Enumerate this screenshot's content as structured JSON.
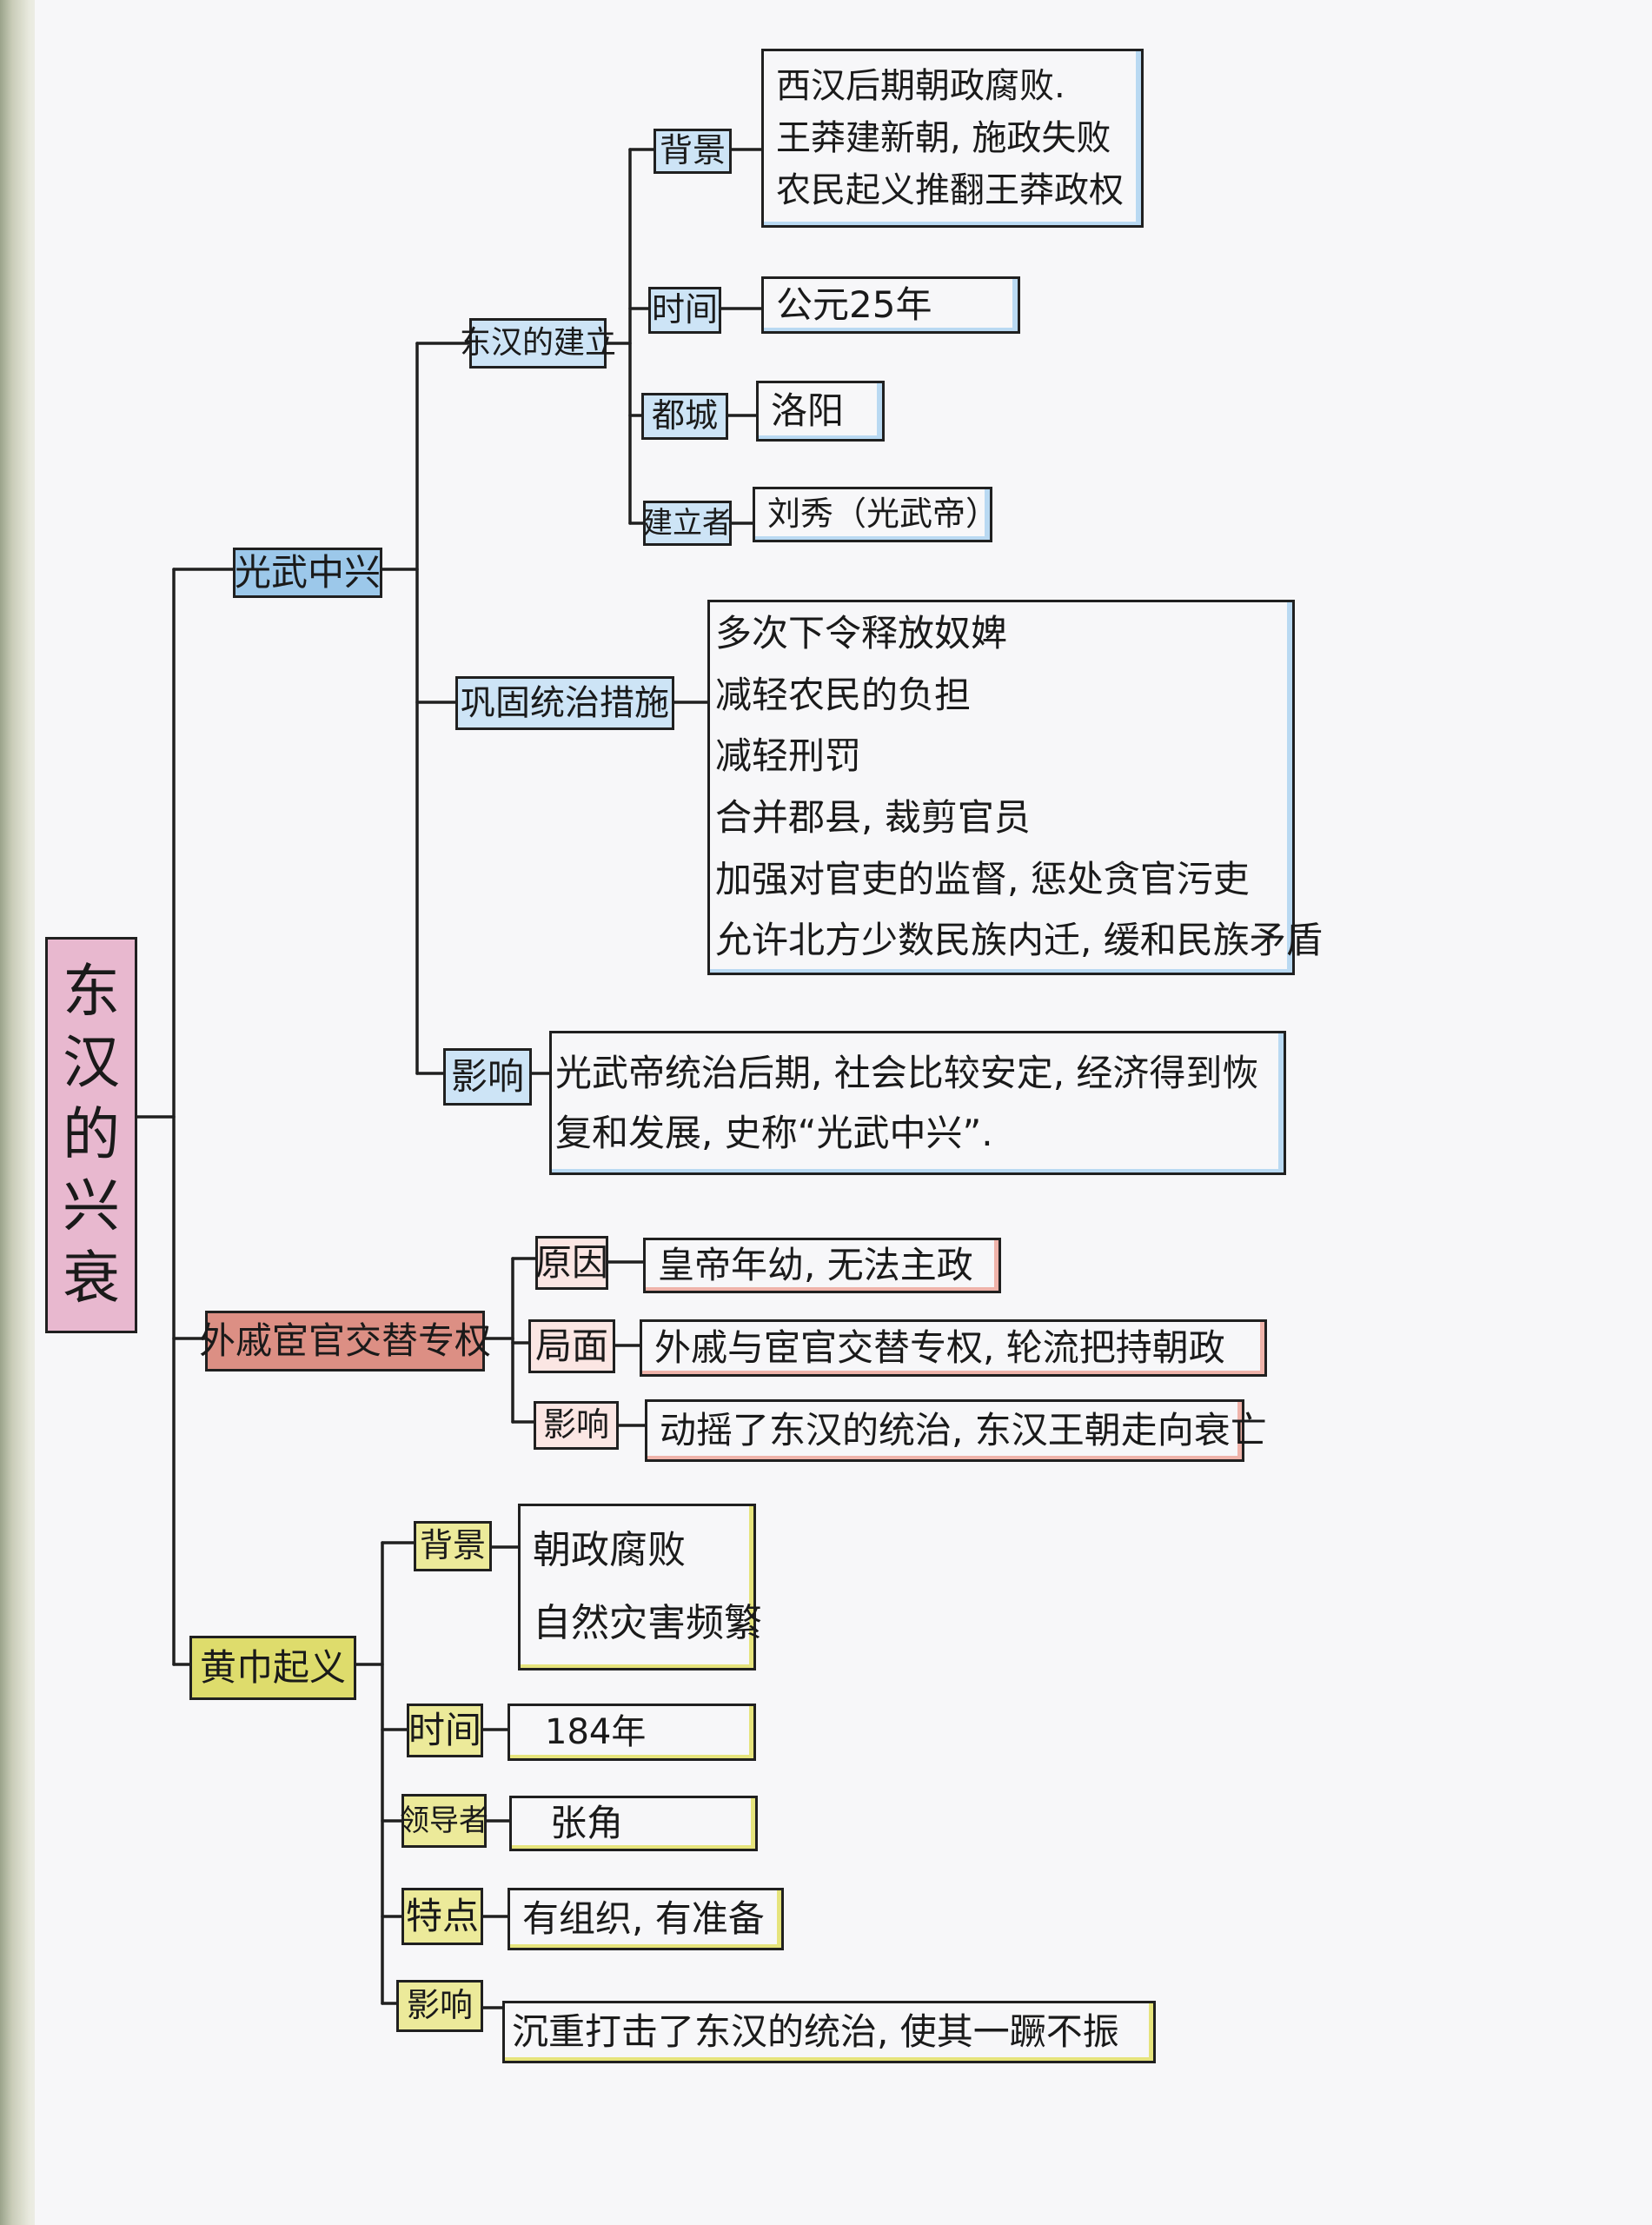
{
  "root": {
    "chars": [
      "东",
      "汉",
      "的",
      "兴",
      "衰"
    ]
  },
  "guangwu": {
    "label": "光武中兴",
    "founding": {
      "label": "东汉的建立",
      "background": {
        "label": "背景",
        "lines": [
          "西汉后期朝政腐败.",
          "王莽建新朝, 施政失败",
          "农民起义推翻王莽政权"
        ]
      },
      "time": {
        "label": "时间",
        "value": "公元25年"
      },
      "capital": {
        "label": "都城",
        "value": "洛阳"
      },
      "founder": {
        "label": "建立者",
        "value": "刘秀（光武帝）"
      }
    },
    "measures": {
      "label": "巩固统治措施",
      "lines": [
        "多次下令释放奴婢",
        "减轻农民的负担",
        "减轻刑罚",
        "合并郡县, 裁剪官员",
        "加强对官吏的监督, 惩处贪官污吏",
        "允许北方少数民族内迁, 缓和民族矛盾"
      ]
    },
    "impact": {
      "label": "影响",
      "lines": [
        "光武帝统治后期, 社会比较安定, 经济得到恢",
        "复和发展, 史称“光武中兴”."
      ]
    }
  },
  "waiqi": {
    "label": "外戚宦官交替专权",
    "reason": {
      "label": "原因",
      "value": "皇帝年幼, 无法主政"
    },
    "situation": {
      "label": "局面",
      "value": "外戚与宦官交替专权, 轮流把持朝政"
    },
    "impact": {
      "label": "影响",
      "value": "动摇了东汉的统治, 东汉王朝走向衰亡"
    }
  },
  "huangjin": {
    "label": "黄巾起义",
    "background": {
      "label": "背景",
      "lines": [
        "朝政腐败",
        "自然灾害频繁"
      ]
    },
    "time": {
      "label": "时间",
      "value": "184年"
    },
    "leader": {
      "label": "领导者",
      "value": "张角"
    },
    "feature": {
      "label": "特点",
      "value": "有组织, 有准备"
    },
    "impact": {
      "label": "影响",
      "value": "沉重打击了东汉的统治, 使其一蹶不振"
    }
  }
}
